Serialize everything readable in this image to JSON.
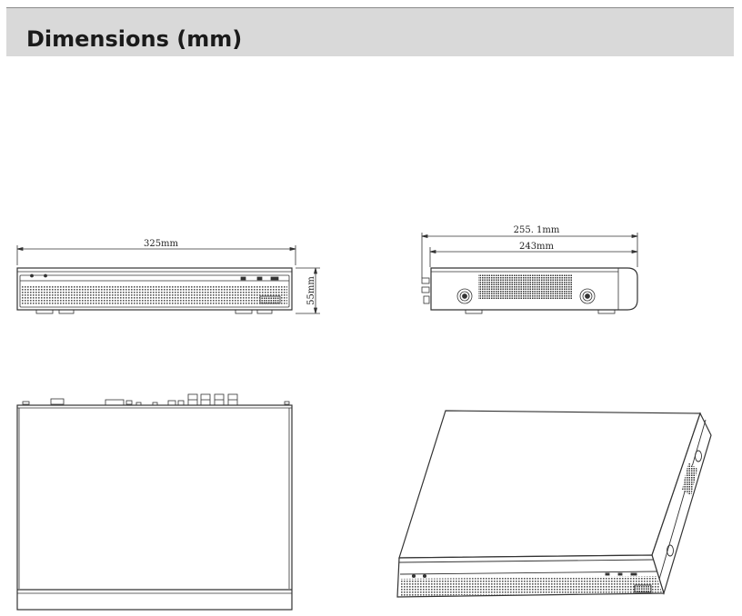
{
  "header": {
    "title": "Dimensions (mm)"
  },
  "front_view": {
    "width_label": "325mm",
    "height_label": "55mm"
  },
  "side_view": {
    "overall_depth_label": "255. 1mm",
    "body_depth_label": "243mm"
  },
  "colors": {
    "header_bg": "#d9d9d9",
    "line": "#333333",
    "vent": "#555555"
  }
}
